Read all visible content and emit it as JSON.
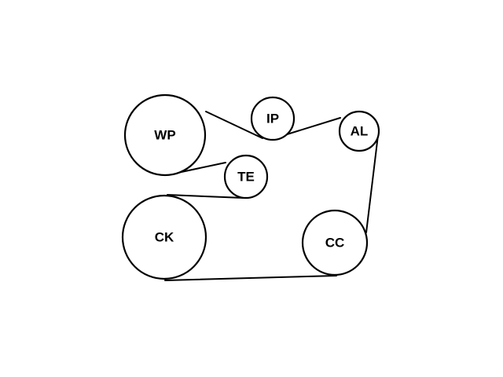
{
  "diagram": {
    "pulleys": {
      "wp": "WP",
      "ip": "IP",
      "al": "AL",
      "te": "TE",
      "ck": "CK",
      "cc": "CC"
    }
  }
}
